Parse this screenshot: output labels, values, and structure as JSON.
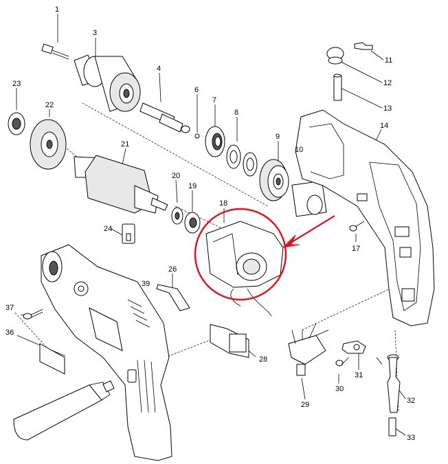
{
  "parts": [
    {
      "id": "1",
      "label": "1"
    },
    {
      "id": "3",
      "label": "3"
    },
    {
      "id": "4",
      "label": "4"
    },
    {
      "id": "6",
      "label": "6"
    },
    {
      "id": "7",
      "label": "7"
    },
    {
      "id": "8",
      "label": "8"
    },
    {
      "id": "9",
      "label": "9"
    },
    {
      "id": "10",
      "label": "10"
    },
    {
      "id": "11",
      "label": "11"
    },
    {
      "id": "12",
      "label": "12"
    },
    {
      "id": "13",
      "label": "13"
    },
    {
      "id": "14",
      "label": "14"
    },
    {
      "id": "17",
      "label": "17"
    },
    {
      "id": "18",
      "label": "18"
    },
    {
      "id": "19",
      "label": "19"
    },
    {
      "id": "20",
      "label": "20"
    },
    {
      "id": "21",
      "label": "21"
    },
    {
      "id": "22",
      "label": "22"
    },
    {
      "id": "23",
      "label": "23"
    },
    {
      "id": "24",
      "label": "24"
    },
    {
      "id": "26",
      "label": "26"
    },
    {
      "id": "28",
      "label": "28"
    },
    {
      "id": "29",
      "label": "29"
    },
    {
      "id": "30",
      "label": "30"
    },
    {
      "id": "31",
      "label": "31"
    },
    {
      "id": "32",
      "label": "32"
    },
    {
      "id": "33",
      "label": "33"
    },
    {
      "id": "36",
      "label": "36"
    },
    {
      "id": "37",
      "label": "37"
    },
    {
      "id": "39",
      "label": "39"
    }
  ],
  "highlight": {
    "part": "18",
    "color": "#e0141e"
  }
}
